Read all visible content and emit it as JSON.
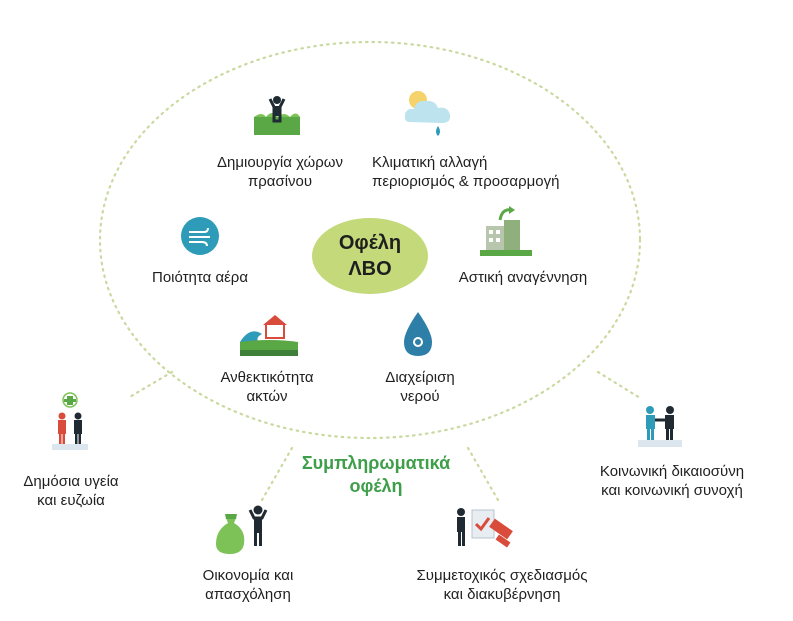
{
  "center": {
    "line1": "Οφέλη",
    "line2": "ΛΒΟ"
  },
  "benefits": [
    {
      "key": "green",
      "icon": "person-on-grass-icon",
      "lines": [
        "Δημιουργία χώρων",
        "πρασίνου"
      ]
    },
    {
      "key": "climate",
      "icon": "cloud-sun-drop-icon",
      "lines": [
        "Κλιματική αλλαγή",
        "περιορισμός & προσαρμογή"
      ]
    },
    {
      "key": "air",
      "icon": "wind-circle-icon",
      "lines": [
        "Ποιότητα αέρα"
      ]
    },
    {
      "key": "urban",
      "icon": "buildings-regeneration-icon",
      "lines": [
        "Αστική αναγέννηση"
      ]
    },
    {
      "key": "coast",
      "icon": "coastal-house-wave-icon",
      "lines": [
        "Ανθεκτικότητα",
        "ακτών"
      ]
    },
    {
      "key": "water",
      "icon": "water-drop-icon",
      "lines": [
        "Διαχείριση",
        "νερού"
      ]
    }
  ],
  "complementary": {
    "title_line1": "Συμπληρωματικά",
    "title_line2": "οφέλη",
    "items": [
      {
        "key": "health",
        "icon": "health-people-icon",
        "lines": [
          "Δημόσια υγεία",
          "και ευζωία"
        ]
      },
      {
        "key": "justice",
        "icon": "handshake-people-icon",
        "lines": [
          "Κοινωνική δικαιοσύνη",
          "και κοινωνική συνοχή"
        ]
      },
      {
        "key": "economy",
        "icon": "money-bag-person-icon",
        "lines": [
          "Οικονομία και",
          "απασχόληση"
        ]
      },
      {
        "key": "planning",
        "icon": "participatory-planning-icon",
        "lines": [
          "Συμμετοχικός σχεδιασμός",
          "και διακυβέρνηση"
        ]
      }
    ]
  },
  "colors": {
    "ellipse_border": "#c9d9a0",
    "center_fill": "#c3d97a",
    "green": "#5aa845",
    "teal": "#2e9bb8",
    "dark": "#1f2a33",
    "accent_red": "#d94b3b",
    "title_green": "#3e9e4a"
  }
}
